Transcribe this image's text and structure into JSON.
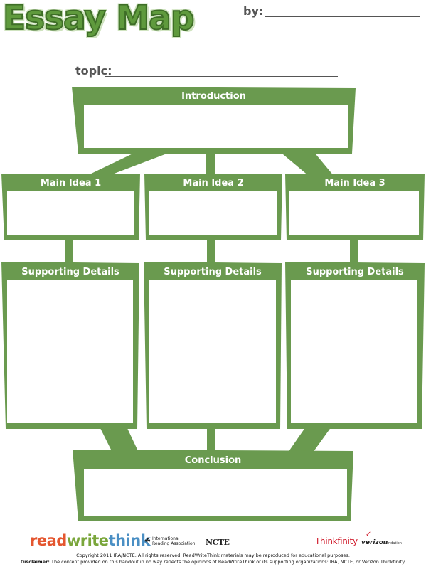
{
  "header": {
    "title": "Essay Map",
    "by_label": "by:",
    "topic_label": "topic:"
  },
  "boxes": {
    "introduction": "Introduction",
    "main_ideas": [
      "Main Idea 1",
      "Main Idea 2",
      "Main Idea 3"
    ],
    "supporting_details": [
      "Supporting Details",
      "Supporting Details",
      "Supporting Details"
    ],
    "conclusion": "Conclusion"
  },
  "footer": {
    "logo_read": "read",
    "logo_write": "write",
    "logo_think": "think",
    "ira_line1": "International",
    "ira_line2": "Reading Association",
    "ncte": "NCTE",
    "thinkfinity": "Thinkfinity",
    "verizon": "verizon",
    "foundation": "foundation",
    "copyright": "Copyright 2011 IRA/NCTE. All rights reserved. ReadWriteThink materials may be reproduced for educational purposes.",
    "disclaimer_label": "Disclaimer:",
    "disclaimer_text": " The content provided on this handout in no way reflects the opinions of ReadWriteThink or its supporting organizations: IRA, NCTE, or Verizon Thinkfinity."
  },
  "colors": {
    "box_green": "#6a9a4f",
    "title_green": "#5f9a3d"
  }
}
